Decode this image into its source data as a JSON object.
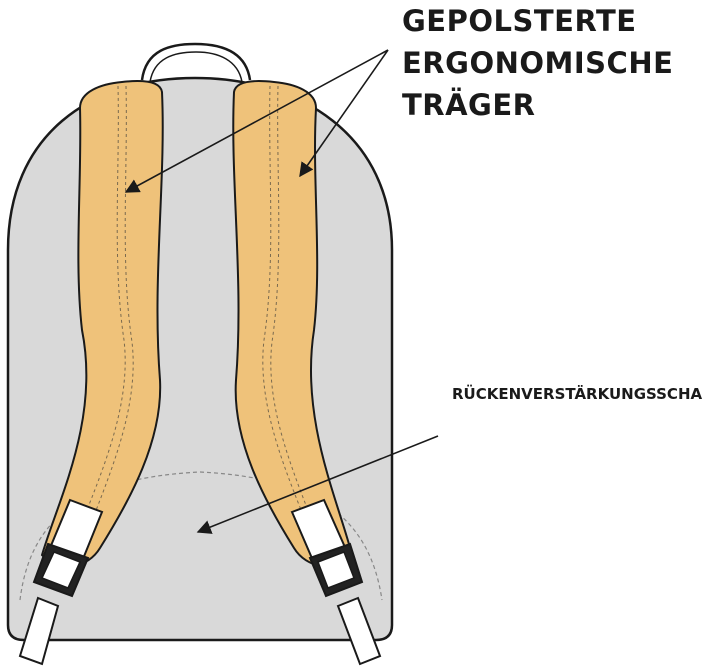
{
  "labels": {
    "straps_line1": "GEPOLSTERTE",
    "straps_line2": "ERGONOMISCHE",
    "straps_line3": "TRÄGER",
    "back_panel": "RÜCKENVERSTÄRKUNGSSCHA"
  },
  "colors": {
    "body_fill": "#d9d9d9",
    "strap_fill": "#efc27a",
    "outline": "#1a1a1a",
    "webbing": "#ffffff",
    "buckle": "#222222"
  }
}
